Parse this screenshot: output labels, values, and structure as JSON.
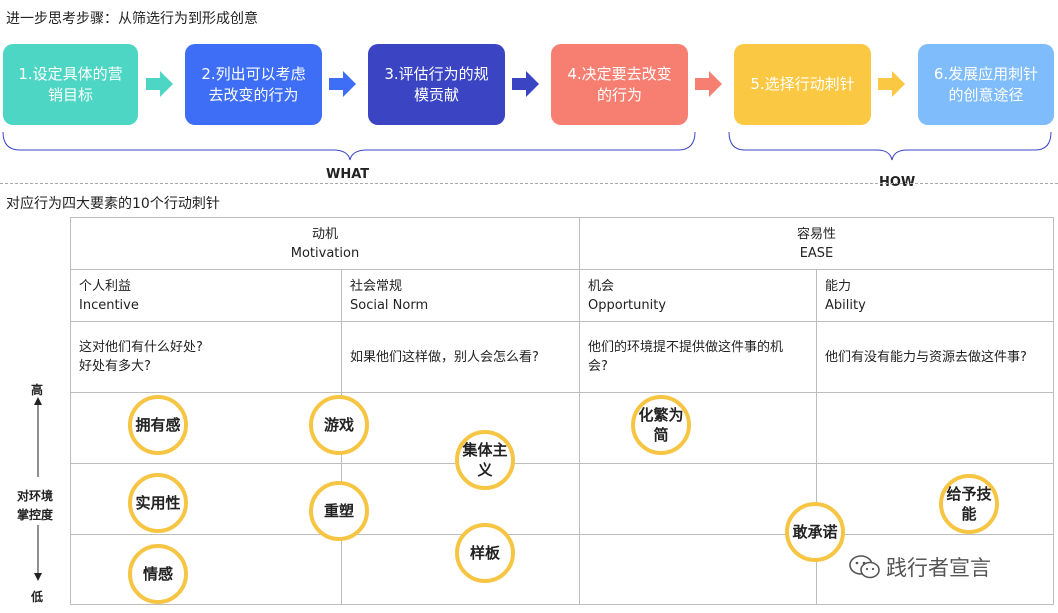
{
  "top_title": "进一步思考步骤：从筛选行为到形成创意",
  "steps": [
    {
      "line1": "1.设定具体的营",
      "line2": "销目标",
      "color": "#4dd6c3"
    },
    {
      "line1": "2.列出可以考虑",
      "line2": "去改变的行为",
      "color": "#3d6ef5"
    },
    {
      "line1": "3.评估行为的规",
      "line2": "模贡献",
      "color": "#3b45c4"
    },
    {
      "line1": "4.决定要去改变",
      "line2": "的行为",
      "color": "#f77f72"
    },
    {
      "line1": "5.选择行动刺针",
      "line2": "",
      "color": "#fbc844"
    },
    {
      "line1": "6.发展应用刺针",
      "line2": "的创意途径",
      "color": "#7fbcfb"
    }
  ],
  "arrow_colors": [
    "#4dd6c3",
    "#3d6ef5",
    "#3b45c4",
    "#f77f72",
    "#fbc844"
  ],
  "brace_what": "WHAT",
  "brace_how": "HOW",
  "mid_title": "对应行为四大要素的10个行动刺针",
  "table": {
    "motivation_cn": "动机",
    "motivation_en": "Motivation",
    "ease_cn": "容易性",
    "ease_en": "EASE",
    "columns": [
      {
        "cn": "个人利益",
        "en": "Incentive",
        "question": [
          "这对他们有什么好处?",
          "好处有多大?"
        ]
      },
      {
        "cn": "社会常规",
        "en": "Social Norm",
        "question": [
          "如果他们这样做，别人会怎么看?"
        ]
      },
      {
        "cn": "机会",
        "en": "Opportunity",
        "question": [
          "他们的环境提不提供做这件事的机",
          "会?"
        ]
      },
      {
        "cn": "能力",
        "en": "Ability",
        "question": [
          "他们有没有能力与资源去做这件事?"
        ]
      }
    ]
  },
  "axis": {
    "high": "高",
    "middle_1": "对环境",
    "middle_2": "掌控度",
    "low": "低"
  },
  "stimuli": [
    {
      "label_1": "拥有感",
      "label_2": ""
    },
    {
      "label_1": "游戏",
      "label_2": ""
    },
    {
      "label_1": "集体主",
      "label_2": "义"
    },
    {
      "label_1": "化繁为",
      "label_2": "简"
    },
    {
      "label_1": "实用性",
      "label_2": ""
    },
    {
      "label_1": "重塑",
      "label_2": ""
    },
    {
      "label_1": "给予技",
      "label_2": "能"
    },
    {
      "label_1": "敢承诺",
      "label_2": ""
    },
    {
      "label_1": "样板",
      "label_2": ""
    },
    {
      "label_1": "情感",
      "label_2": ""
    }
  ],
  "accent_circle": "#f6c544",
  "watermark": "践行者宣言",
  "watermark_icon": "wechat-icon"
}
